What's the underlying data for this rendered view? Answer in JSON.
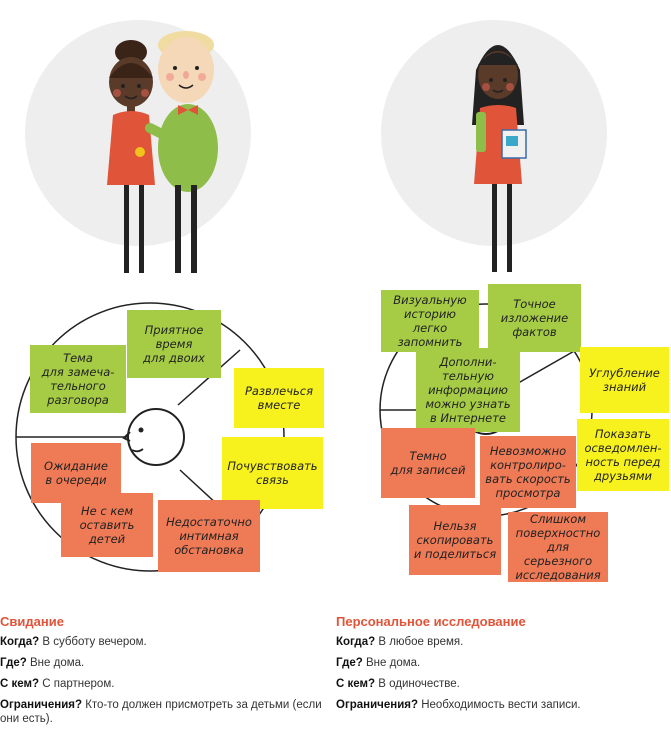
{
  "colors": {
    "green_note": "#a6cc45",
    "yellow_note": "#f7f21e",
    "orange_note": "#ee7a56",
    "title": "#e2543a",
    "circle_bg": "#eeeeee"
  },
  "left": {
    "notes": [
      "Тема\nдля замеча-\nтельного\nразговора",
      "Приятное\nвремя\nдля двоих",
      "Развлечься\nвместе",
      "Почувствовать\nсвязь",
      "Ожидание\nв очереди",
      "Не с кем\nоставить\nдетей",
      "Недостаточно\nинтимная\nобстановка"
    ],
    "title": "Свидание",
    "when_label": "Когда?",
    "when_value": "В субботу вечером.",
    "where_label": "Где?",
    "where_value": "Вне дома.",
    "with_label": "С кем?",
    "with_value": "С партнером.",
    "limits_label": "Ограничения?",
    "limits_value": "Кто-то должен присмотреть за детьми (если они есть)."
  },
  "right": {
    "notes": [
      "Визуальную\nисторию легко\nзапомнить",
      "Точное\nизложение\nфактов",
      "Дополни-\nтельную\nинформацию\nможно узнать\nв Интернете",
      "Углубление\nзнаний",
      "Показать\nосведомлен-\nность перед\nдрузьями",
      "Темно\nдля записей",
      "Невозможно\nконтролиро-\nвать скорость\nпросмотра",
      "Нельзя\nскопировать\nи поделиться",
      "Слишком\nповерхностно\nдля серьезного\nисследования"
    ],
    "title": "Персональное исследование",
    "when_label": "Когда?",
    "when_value": "В любое время.",
    "where_label": "Где?",
    "where_value": "Вне дома.",
    "with_label": "С кем?",
    "with_value": "В одиночестве.",
    "limits_label": "Ограничения?",
    "limits_value": "Необходимость вести записи."
  }
}
